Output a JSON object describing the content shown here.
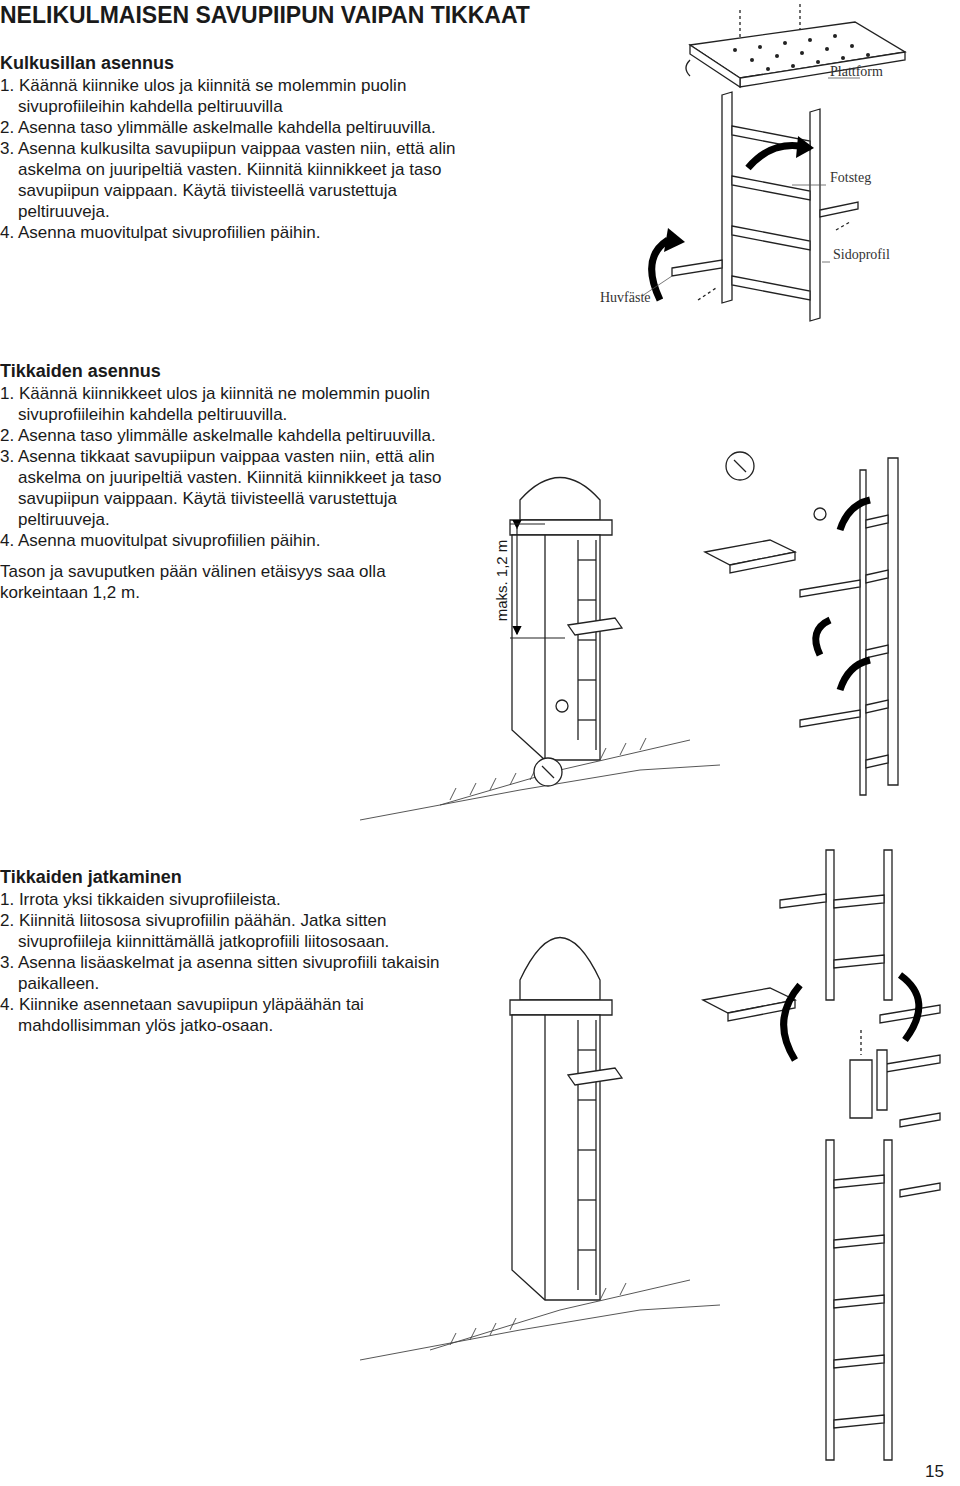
{
  "diagram": {
    "title": "NELIKULMAISEN SAVUPIIPUN VAIPAN TIKKAAT",
    "labels": [
      "Kulkusillan asennus",
      "1. Käännä kiinnike ulos ja kiinnitä se molemmin puolin sivuprofiileihin kahdella peltiruuvilla",
      "2. Asenna taso ylimmälle askelmalle kahdella peltiruuvilla.",
      "3. Asenna kulkusilta savupiipun vaippaa vasten niin, että alin askelma on juuripeltiä vasten. Kiinnitä kiinnikkeet ja taso savupiipun vaippaan. Käytä tiivisteellä varustettuja peltiruuveja.",
      "4. Asenna muovitulpat sivuprofiilien päihin.",
      "Plattform",
      "Fotsteg",
      "Sidoprofil",
      "Huvfäste",
      "Tikkaiden asennus",
      "1. Käännä kiinnikkeet ulos ja kiinnitä ne molemmin puolin sivuprofiileihin kahdella peltiruuvilla.",
      "2. Asenna taso ylimmälle askelmalle kahdella peltiruuvilla.",
      "3. Asenna tikkaat savupiipun vaippaa vasten niin, että alin askelma on juuripeltiä vasten. Kiinnitä kiinnikkeet ja taso savupiipun vaippaan. Käytä tiivisteellä varustettuja peltiruuveja.",
      "4. Asenna muovitulpat sivuprofiilien päihin.",
      "Tason ja savuputken pään välinen etäisyys saa olla korkeintaan 1,2 m.",
      "maks. 1,2 m",
      "Tikkaiden jatkaminen",
      "1. Irrota yksi tikkaiden sivuprofiileista.",
      "2. Kiinnitä liitososa sivuprofiilin päähän. Jatka sitten sivuprofiileja kiinnittämällä jatkoprofiili liitososaan.",
      "3. Asenna lisäaskelmat ja asenna sitten sivuprofiili takaisin paikalleen.",
      "4. Kiinnike asennetaan savupiipun yläpäähän tai mahdollisimman ylös jatko-osaan.",
      "15"
    ]
  }
}
